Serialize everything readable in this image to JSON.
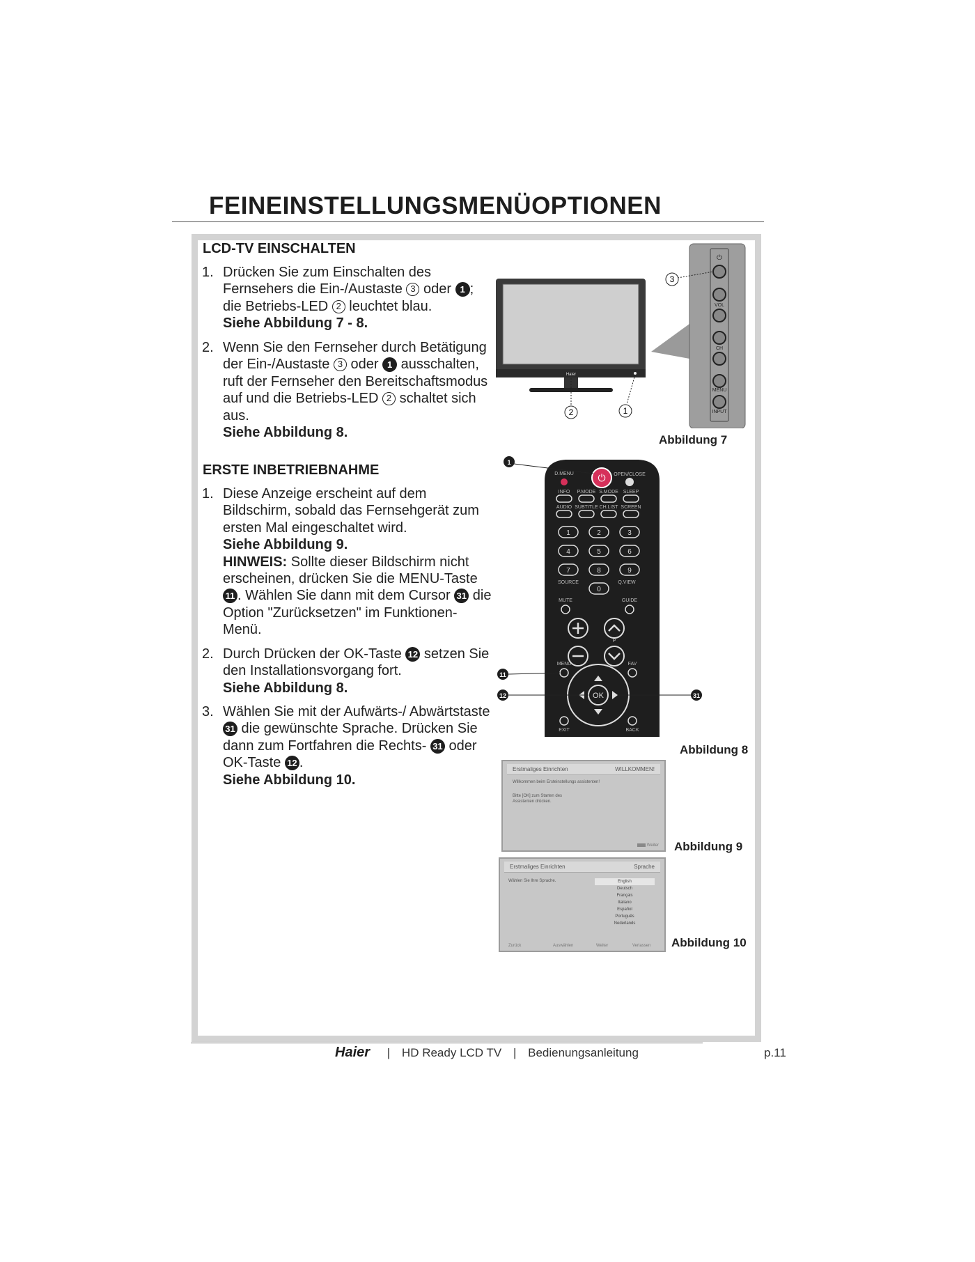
{
  "page": {
    "title": "FEINEINSTELLUNGSMENÜOPTIONEN",
    "footer": {
      "brand": "Haier",
      "sep": "|",
      "product": "HD Ready LCD TV",
      "manual": "Bedienungsanleitung",
      "page": "p.11"
    }
  },
  "sec1": {
    "heading": "LCD-TV EINSCHALTEN",
    "i1": {
      "n": "1.",
      "a": "Drücken Sie zum Einschalten des Fernsehers die Ein-/Austaste",
      "m1": "3",
      "b": " oder ",
      "m2": "1",
      "c": "; die Betriebs-LED ",
      "m3": "2",
      "d": " leuchtet blau.",
      "see": "Siehe Abbildung 7 - 8."
    },
    "i2": {
      "n": "2.",
      "a": "Wenn Sie den Fernseher durch Betätigung der Ein-/Austaste ",
      "m1": "3",
      "b": " oder ",
      "m2": "1",
      "c": " ausschalten, ruft der Fernseher den Bereitschaftsmodus auf und die Betriebs-LED ",
      "m3": "2",
      "d": " schaltet sich aus.",
      "see": "Siehe Abbildung 8."
    }
  },
  "sec2": {
    "heading": "ERSTE INBETRIEBNAHME",
    "i1": {
      "n": "1.",
      "a": "Diese Anzeige erscheint auf dem Bildschirm, sobald das Fernsehgerät zum ersten Mal eingeschaltet wird.",
      "see": "Siehe Abbildung 9.",
      "note_label": "HINWEIS:",
      "b": " Sollte dieser Bildschirm nicht erscheinen, drücken Sie die MENU-Taste ",
      "m1": "11",
      "c": ". Wählen Sie dann mit dem Cursor ",
      "m2": "31",
      "d": " die Option \"Zurücksetzen\" im Funktionen-Menü."
    },
    "i2": {
      "n": "2.",
      "a": "Durch Drücken der OK-Taste ",
      "m1": "12",
      "b": " setzen Sie den Installationsvorgang fort.",
      "see": "Siehe Abbildung 8."
    },
    "i3": {
      "n": "3.",
      "a": "Wählen Sie mit der Aufwärts-/ Abwärtstaste ",
      "m1": "31",
      "b": " die gewünschte Sprache. Drücken Sie dann zum Fortfahren die Rechts- ",
      "m2": "31",
      "c": " oder OK-Taste ",
      "m3": "12",
      "d": ".",
      "see": "Siehe Abbildung 10."
    }
  },
  "fig7": {
    "caption": "Abbildung 7",
    "tv_logo": "Haier",
    "callout_power": "3",
    "callout_stand": "2",
    "callout_led": "1",
    "panel": {
      "vol": "VOL",
      "ch": "CH",
      "menu": "MENU",
      "input": "INPUT"
    }
  },
  "fig8": {
    "caption": "Abbildung 8",
    "callout_power": "1",
    "callout_menu": "11",
    "callout_ok": "12",
    "callout_cursor": "31",
    "labels": {
      "dmenu": "D.MENU",
      "openclose": "OPEN/CLOSE",
      "info": "INFO",
      "pmode": "P.MODE",
      "smode": "S.MODE",
      "sleep": "SLEEP",
      "audio": "AUDIO",
      "subtitle": "SUBTITLE",
      "chlist": "CH.LIST",
      "screen": "SCREEN",
      "k1": "1",
      "k2": "2",
      "k3": "3",
      "k4": "4",
      "k5": "5",
      "k6": "6",
      "k7": "7",
      "k8": "8",
      "k9": "9",
      "k0": "0",
      "source": "SOURCE",
      "qview": "Q.VIEW",
      "mute": "MUTE",
      "guide": "GUIDE",
      "p": "P",
      "menu": "MENU",
      "fav": "FAV",
      "ok": "OK",
      "exit": "EXIT",
      "back": "BACK"
    }
  },
  "fig9": {
    "caption": "Abbildung 9",
    "title_left": "Erstmaliges Einrichten",
    "title_right": "WILLKOMMEN!",
    "line1": "Willkommen beim Ersteinstellungs assistenten!",
    "line2": "Bitte [OK] zum Starten des",
    "line3": "Assistenten drücken.",
    "btn": "Weiter"
  },
  "fig10": {
    "caption": "Abbildung 10",
    "title_left": "Erstmaliges Einrichten",
    "title_right": "Sprache",
    "prompt": "Wählen Sie Ihre Sprache.",
    "languages": [
      "English",
      "Deutsch",
      "Français",
      "Italiano",
      "Español",
      "Português",
      "Nederlands"
    ],
    "footer": [
      "Zurück",
      "Auswählen",
      "Weiter",
      "Verlassen"
    ]
  }
}
